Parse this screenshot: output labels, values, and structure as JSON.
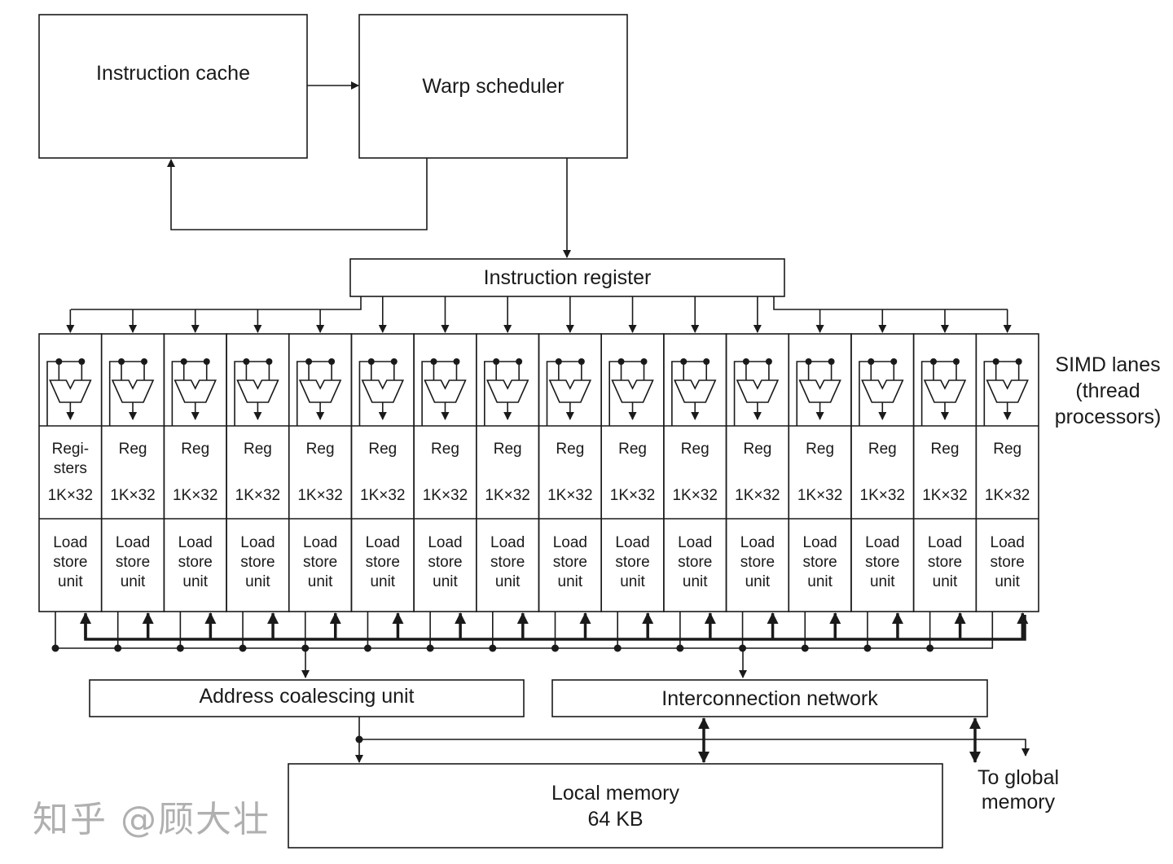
{
  "blocks": {
    "instruction_cache": "Instruction cache",
    "warp_scheduler": "Warp scheduler",
    "instruction_register": "Instruction register",
    "simd_lanes": "SIMD lanes (thread processors)",
    "address_coalescing": "Address coalescing unit",
    "interconnection": "Interconnection network",
    "local_memory_name": "Local memory",
    "local_memory_size": "64 KB",
    "to_global": "To global memory"
  },
  "lanes": {
    "count": 16,
    "first_reg_label": "Regi-sters",
    "reg_label": "Reg",
    "reg_size": "1K×32",
    "lsu_label": "Load store unit"
  },
  "watermark": "知乎 @顾大壮",
  "colors": {
    "line": "#1a1a1a",
    "background": "#ffffff"
  }
}
